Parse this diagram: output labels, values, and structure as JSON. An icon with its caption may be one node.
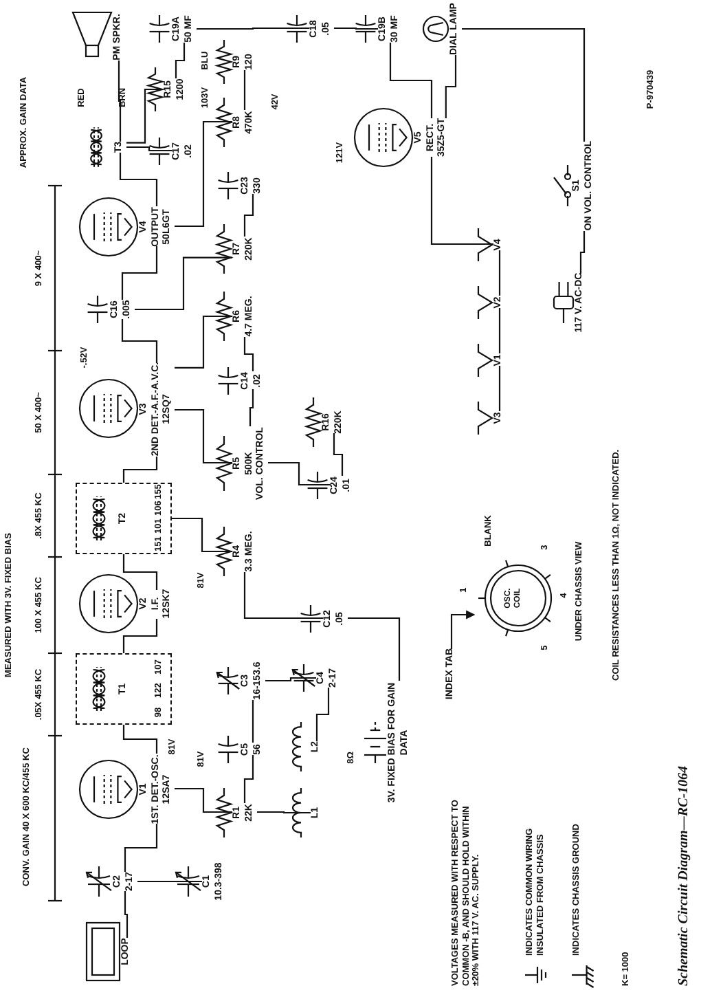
{
  "diagram": {
    "caption": "Schematic Circuit Diagram—RC-1064",
    "nodes": [
      {
        "text": [
          "LOOP"
        ]
      },
      {
        "text": [
          "C1",
          "10.3-398"
        ]
      },
      {
        "text": [
          "C2",
          "2-17"
        ]
      },
      {
        "text": [
          "V1",
          "1ST. DET.-OSC.",
          "12SA7"
        ]
      },
      {
        "text": [
          "R1",
          "22K"
        ]
      },
      {
        "text": [
          "C5",
          "56"
        ]
      },
      {
        "text": [
          "L1"
        ]
      },
      {
        "text": [
          "L2"
        ]
      },
      {
        "text": [
          "C3",
          "16-153.6"
        ]
      },
      {
        "text": [
          "C4",
          "2-17"
        ]
      },
      {
        "text": [
          "T1"
        ]
      },
      {
        "text": [
          "V2",
          "I.F.",
          "12SK7"
        ]
      },
      {
        "text": [
          "T2"
        ]
      },
      {
        "text": [
          "V3",
          "2ND DET.-A.F.-A.V.C.",
          "12SQ7"
        ]
      },
      {
        "text": [
          "C12",
          ".05"
        ]
      },
      {
        "text": [
          "R4",
          "3.3 MEG."
        ]
      },
      {
        "text": [
          "R5",
          "500K",
          "VOL. CONTROL"
        ]
      },
      {
        "text": [
          "C14",
          ".02"
        ]
      },
      {
        "text": [
          "R6",
          "4.7 MEG."
        ]
      },
      {
        "text": [
          "C24",
          ".01"
        ]
      },
      {
        "text": [
          "R16",
          "220K"
        ]
      },
      {
        "text": [
          "R7",
          "220K"
        ]
      },
      {
        "text": [
          "C23",
          "330"
        ]
      },
      {
        "text": [
          "C16",
          ".005"
        ]
      },
      {
        "text": [
          "V4",
          "OUTPUT",
          "50L6GT"
        ]
      },
      {
        "text": [
          "R8",
          "470K"
        ]
      },
      {
        "text": [
          "R9",
          "120"
        ]
      },
      {
        "text": [
          "C17",
          ".02"
        ]
      },
      {
        "text": [
          "R15",
          "1200"
        ]
      },
      {
        "text": [
          "T3"
        ]
      },
      {
        "text": [
          "PM SPKR."
        ]
      },
      {
        "text": [
          "C19A",
          "50 MF"
        ]
      },
      {
        "text": [
          "V5",
          "RECT.",
          "35Z5-GT"
        ]
      },
      {
        "text": [
          "C18",
          ".05"
        ]
      },
      {
        "text": [
          "C19B",
          "30 MF"
        ]
      },
      {
        "text": [
          "DIAL LAMP"
        ]
      },
      {
        "text": [
          "S1",
          "ON VOL. CONTROL"
        ]
      },
      {
        "text": [
          "117 V. AC-DC"
        ]
      },
      {
        "text": [
          "V4"
        ]
      },
      {
        "text": [
          "V2"
        ]
      },
      {
        "text": [
          "V1"
        ]
      },
      {
        "text": [
          "V3"
        ]
      },
      {
        "text": [
          "3V. FIXED BIAS FOR GAIN DATA"
        ]
      },
      {
        "text": [
          "OSC. COIL"
        ]
      },
      {
        "text": [
          "INDEX TAB"
        ]
      }
    ],
    "edges": [
      {
        "from": 0,
        "to": 2,
        "arrow": "none"
      },
      {
        "from": 2,
        "to": 1,
        "arrow": "none"
      },
      {
        "from": 2,
        "to": 3,
        "arrow": "none"
      },
      {
        "from": 3,
        "to": 4,
        "arrow": "none"
      },
      {
        "from": 4,
        "to": 5,
        "arrow": "none"
      },
      {
        "from": 5,
        "to": 8,
        "arrow": "none"
      },
      {
        "from": 8,
        "to": 9,
        "arrow": "none"
      },
      {
        "from": 9,
        "to": 7,
        "arrow": "none"
      },
      {
        "from": 4,
        "to": 6,
        "arrow": "none"
      },
      {
        "from": 3,
        "to": 10,
        "arrow": "none"
      },
      {
        "from": 10,
        "to": 11,
        "arrow": "none"
      },
      {
        "from": 11,
        "to": 12,
        "arrow": "none"
      },
      {
        "from": 12,
        "to": 13,
        "arrow": "none"
      },
      {
        "from": 12,
        "to": 15,
        "arrow": "none"
      },
      {
        "from": 15,
        "to": 14,
        "arrow": "none"
      },
      {
        "from": 14,
        "to": 42,
        "arrow": "none"
      },
      {
        "from": 13,
        "to": 16,
        "arrow": "none"
      },
      {
        "from": 16,
        "to": 17,
        "arrow": "none"
      },
      {
        "from": 17,
        "to": 18,
        "arrow": "none"
      },
      {
        "from": 18,
        "to": 13,
        "arrow": "none"
      },
      {
        "from": 16,
        "to": 19,
        "arrow": "none"
      },
      {
        "from": 19,
        "to": 20,
        "arrow": "none"
      },
      {
        "from": 13,
        "to": 23,
        "arrow": "none"
      },
      {
        "from": 23,
        "to": 24,
        "arrow": "none"
      },
      {
        "from": 23,
        "to": 21,
        "arrow": "none"
      },
      {
        "from": 21,
        "to": 22,
        "arrow": "none"
      },
      {
        "from": 24,
        "to": 25,
        "arrow": "none"
      },
      {
        "from": 25,
        "to": 26,
        "arrow": "none"
      },
      {
        "from": 24,
        "to": 29,
        "arrow": "none"
      },
      {
        "from": 29,
        "to": 27,
        "arrow": "none"
      },
      {
        "from": 29,
        "to": 28,
        "arrow": "none"
      },
      {
        "from": 29,
        "to": 30,
        "arrow": "none"
      },
      {
        "from": 28,
        "to": 31,
        "arrow": "none"
      },
      {
        "from": 31,
        "to": 33,
        "arrow": "none"
      },
      {
        "from": 33,
        "to": 34,
        "arrow": "none"
      },
      {
        "from": 32,
        "to": 34,
        "arrow": "none"
      },
      {
        "from": 32,
        "to": 35,
        "arrow": "none"
      },
      {
        "from": 35,
        "to": 36,
        "arrow": "none"
      },
      {
        "from": 36,
        "to": 37,
        "arrow": "none"
      },
      {
        "from": 32,
        "to": 38,
        "arrow": "none"
      },
      {
        "from": 38,
        "to": 39,
        "arrow": "none"
      },
      {
        "from": 39,
        "to": 40,
        "arrow": "none"
      },
      {
        "from": 40,
        "to": 41,
        "arrow": "none"
      },
      {
        "from": 44,
        "to": 43,
        "arrow": "to"
      }
    ],
    "labels": [
      "CONV. GAIN 40 X 600 KC/455 KC",
      "MEASURED WITH 3V. FIXED BIAS",
      ".05X 455 KC",
      "100 X 455 KC",
      ".8X 455 KC",
      "50 X 400~",
      "9 X 400~",
      "APPROX. GAIN DATA",
      "81V",
      "98",
      "122",
      "107",
      "81V",
      "81V",
      "151",
      "101",
      "106",
      "155",
      "-.52V",
      "103V",
      "BLU",
      "RED",
      "BRN",
      "42V",
      "121V",
      "8Ω",
      "1",
      "3",
      "4",
      "5",
      "BLANK",
      "UNDER CHASSIS VIEW",
      "VOLTAGES MEASURED WITH RESPECT TO COMMON -B, AND SHOULD HOLD WITHIN ±20% WITH 117 V. AC. SUPPLY.",
      "K= 1000",
      "COIL RESISTANCES LESS THAN 1Ω, NOT INDICATED.",
      "P-970439"
    ],
    "legend": [
      {
        "text": "INDICATES COMMON WIRING INSULATED FROM CHASSIS"
      },
      {
        "text": "INDICATES CHASSIS GROUND"
      }
    ]
  }
}
